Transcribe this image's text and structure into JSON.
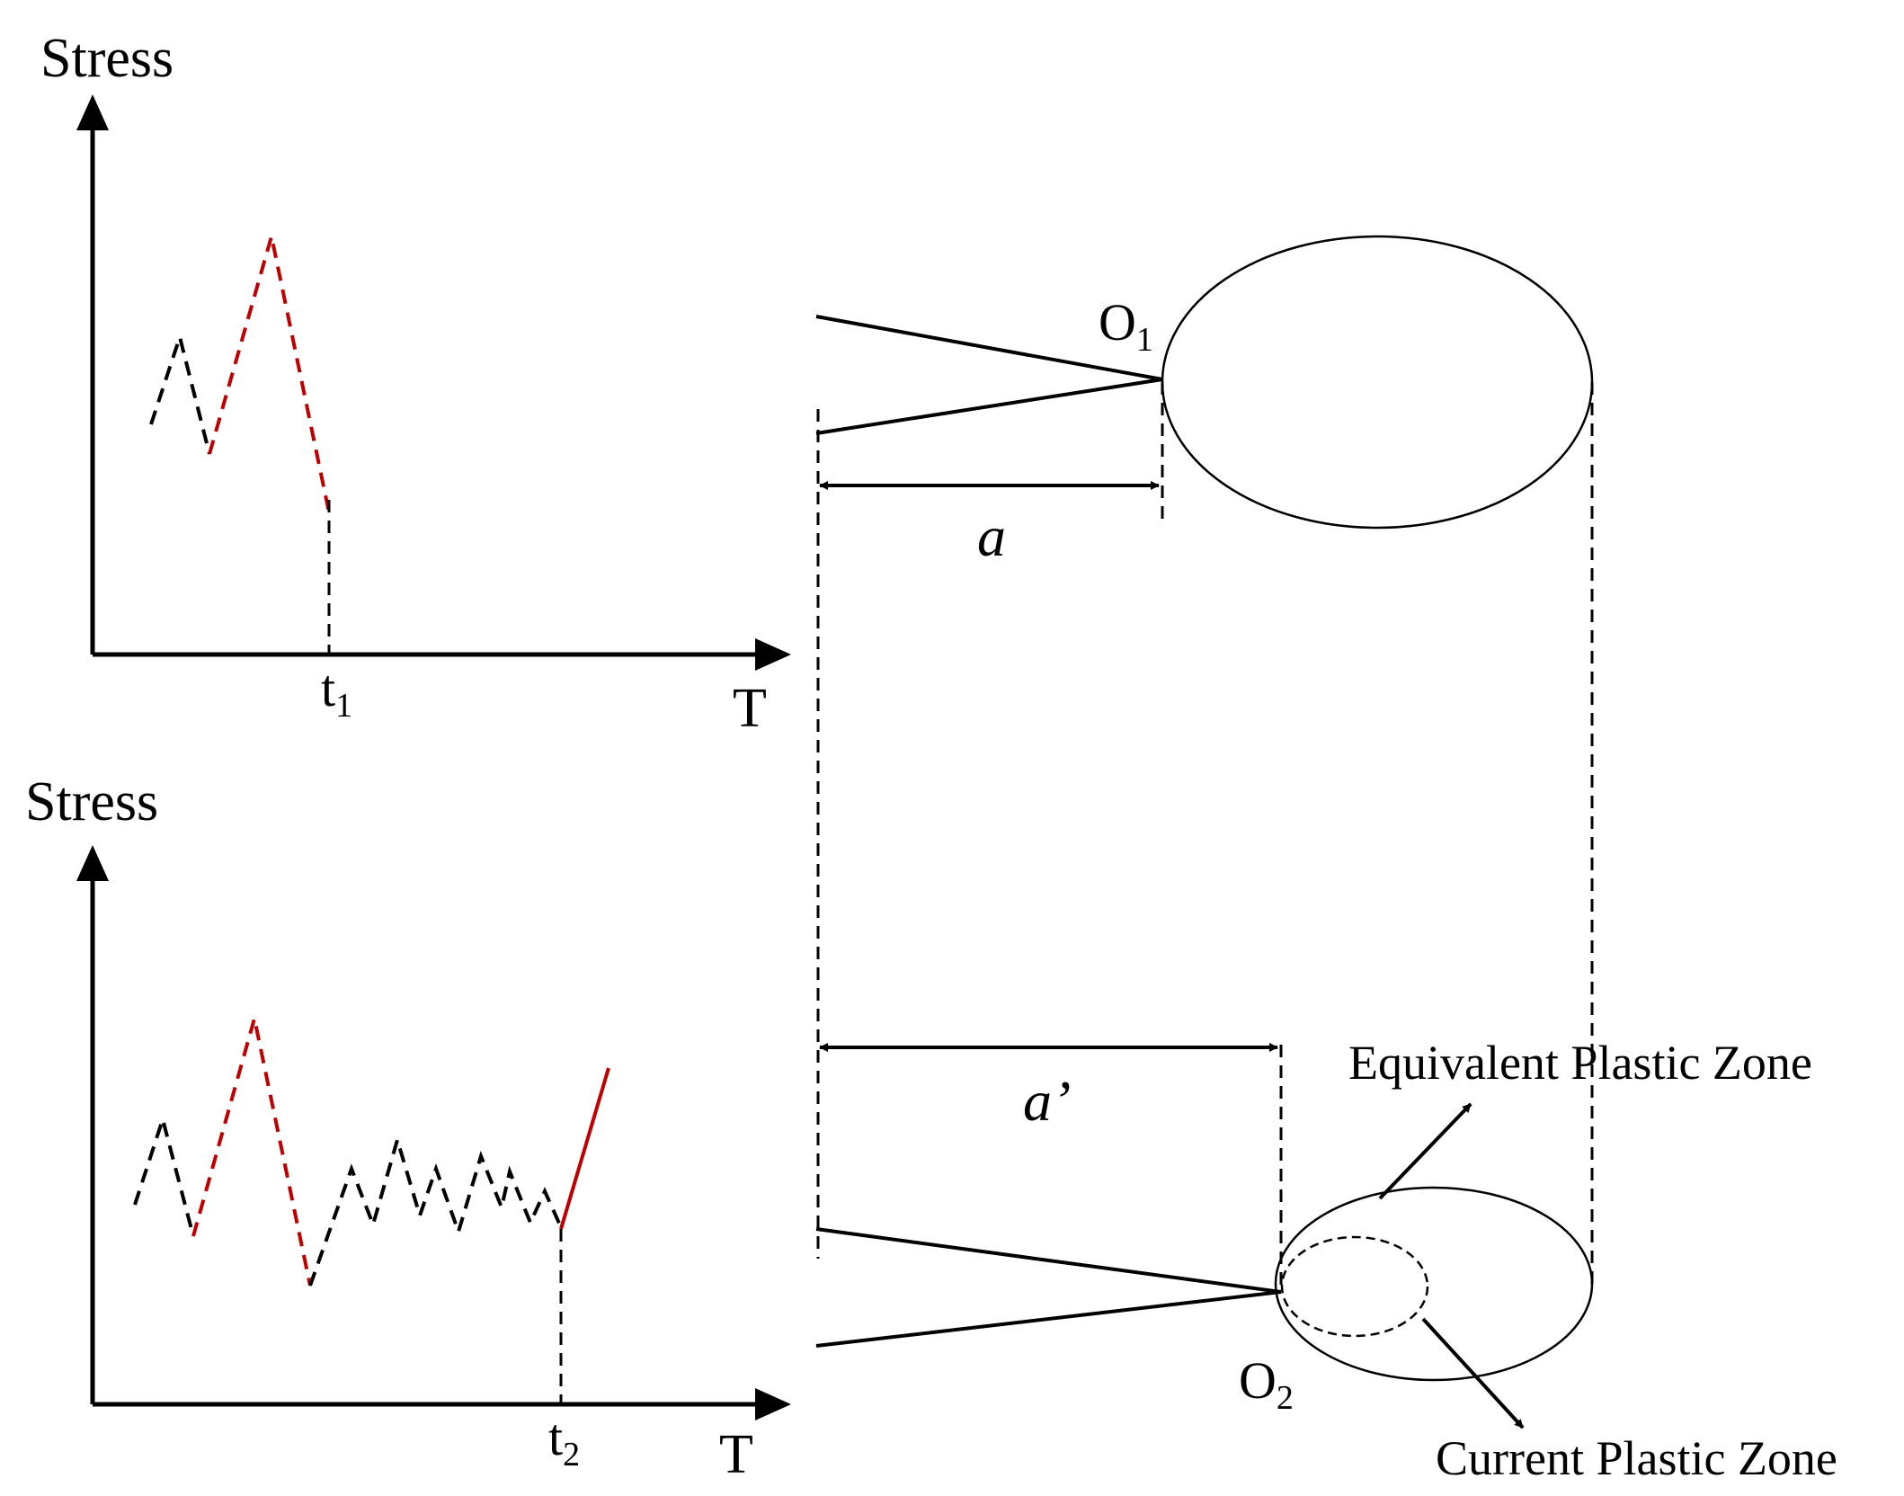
{
  "top_plot": {
    "y_axis_label": "Stress",
    "x_axis_label": "T",
    "time_label": "t",
    "time_sub": "1"
  },
  "bottom_plot": {
    "y_axis_label": "Stress",
    "x_axis_label": "T",
    "time_label": "t",
    "time_sub": "2"
  },
  "top_crack": {
    "tip_label": "O",
    "tip_sub": "1",
    "length_label": "a"
  },
  "bottom_crack": {
    "tip_label": "O",
    "tip_sub": "2",
    "length_label": "a’"
  },
  "zones": {
    "equivalent_label": "Equivalent Plastic Zone",
    "current_label": "Current Plastic Zone"
  },
  "colors": {
    "line": "#000000",
    "overload": "#c00000"
  }
}
